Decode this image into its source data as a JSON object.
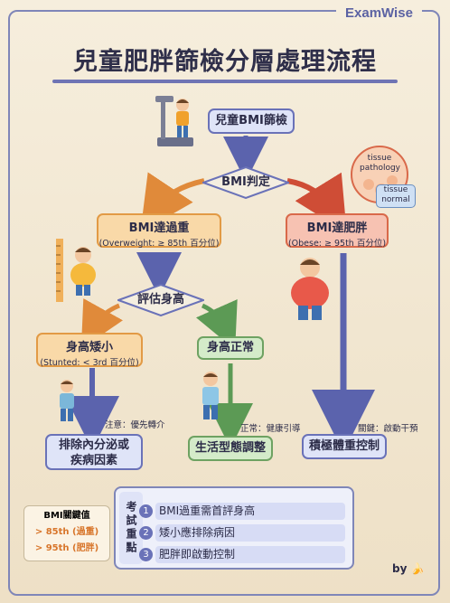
{
  "brand": "ExamWise",
  "title": "兒童肥胖篩檢分層處理流程",
  "nodes": {
    "screen": "兒童BMI篩檢",
    "bmi_judge": "BMI判定",
    "overweight": {
      "label": "BMI達過重",
      "sub": "(Overweight: ≥ 85th 百分位)"
    },
    "obese": {
      "label": "BMI達肥胖",
      "sub": "(Obese: ≥ 95th 百分位)"
    },
    "height_eval": "評估身高",
    "stunted": {
      "label": "身高矮小",
      "sub": "(Stunted: < 3rd 百分位)"
    },
    "normal_height": "身高正常",
    "exclude": {
      "line1": "排除內分泌或",
      "line2": "疾病因素"
    },
    "lifestyle": "生活型態調整",
    "active": "積極體重控制"
  },
  "notes": {
    "caution": "注意：優先轉介",
    "normal": "正常：健康引導",
    "key": "關鍵：啟動干預"
  },
  "tissue": {
    "pathology": "tissue pathology",
    "normal": "tissue normal"
  },
  "key_box": {
    "title": "BMI關鍵值",
    "line1": "> 85th (過重)",
    "line2": "> 95th (肥胖)"
  },
  "exam": {
    "tag": "考試重點",
    "points": [
      "BMI過重需首評身高",
      "矮小應排除病因",
      "肥胖即啟動控制"
    ]
  },
  "signature": "by 🍌",
  "colors": {
    "accent": "#6a72b8",
    "orange": "#e29a45",
    "red": "#d9694a",
    "green": "#6ea262"
  }
}
